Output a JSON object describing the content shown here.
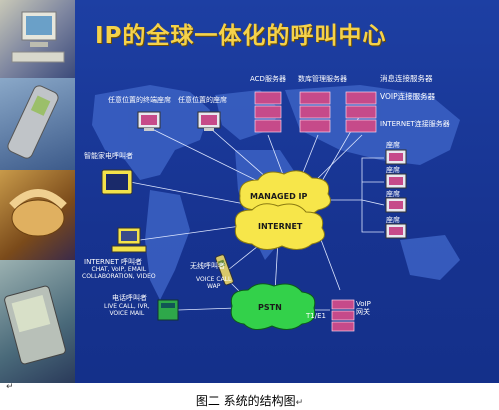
{
  "title": "IP的全球一体化的呼叫中心",
  "servers": {
    "acd": "ACD服务器",
    "db_mgmt": "数库管理服务器",
    "msg": "消息连接服务器",
    "voip": "VOIP连接服务器",
    "internet": "INTERNET连接服务器"
  },
  "agents": {
    "remote1": "任意位置的终端座席",
    "remote2": "任意位置的座席",
    "smart_home": "智能家电呼叫者",
    "internet_caller": "INTERNET 呼叫者",
    "internet_caller_sub": "CHAT, VoIP, EMAIL\nCOLLABORATION, VIDEO",
    "wireless": "无线呼叫者",
    "wireless_sub": "VOICE CALL\nWAP",
    "phone": "电话呼叫者",
    "phone_sub": "LIVE CALL, IVR,\nVOICE MAIL",
    "seats_label": "座席",
    "voip_gw": "VoIP\n网关"
  },
  "clouds": {
    "managed_ip": "MANAGED IP",
    "internet": "INTERNET",
    "pstn": "PSTN"
  },
  "link_label": "T1/E1",
  "caption": "图二  系统的结构图",
  "return_mark": "↵",
  "colors": {
    "background": "#1a3a9a",
    "title": "#f5d24a",
    "cloud_yellow": "#f7e64a",
    "cloud_green": "#33d14a",
    "server": "#c64a8a"
  }
}
